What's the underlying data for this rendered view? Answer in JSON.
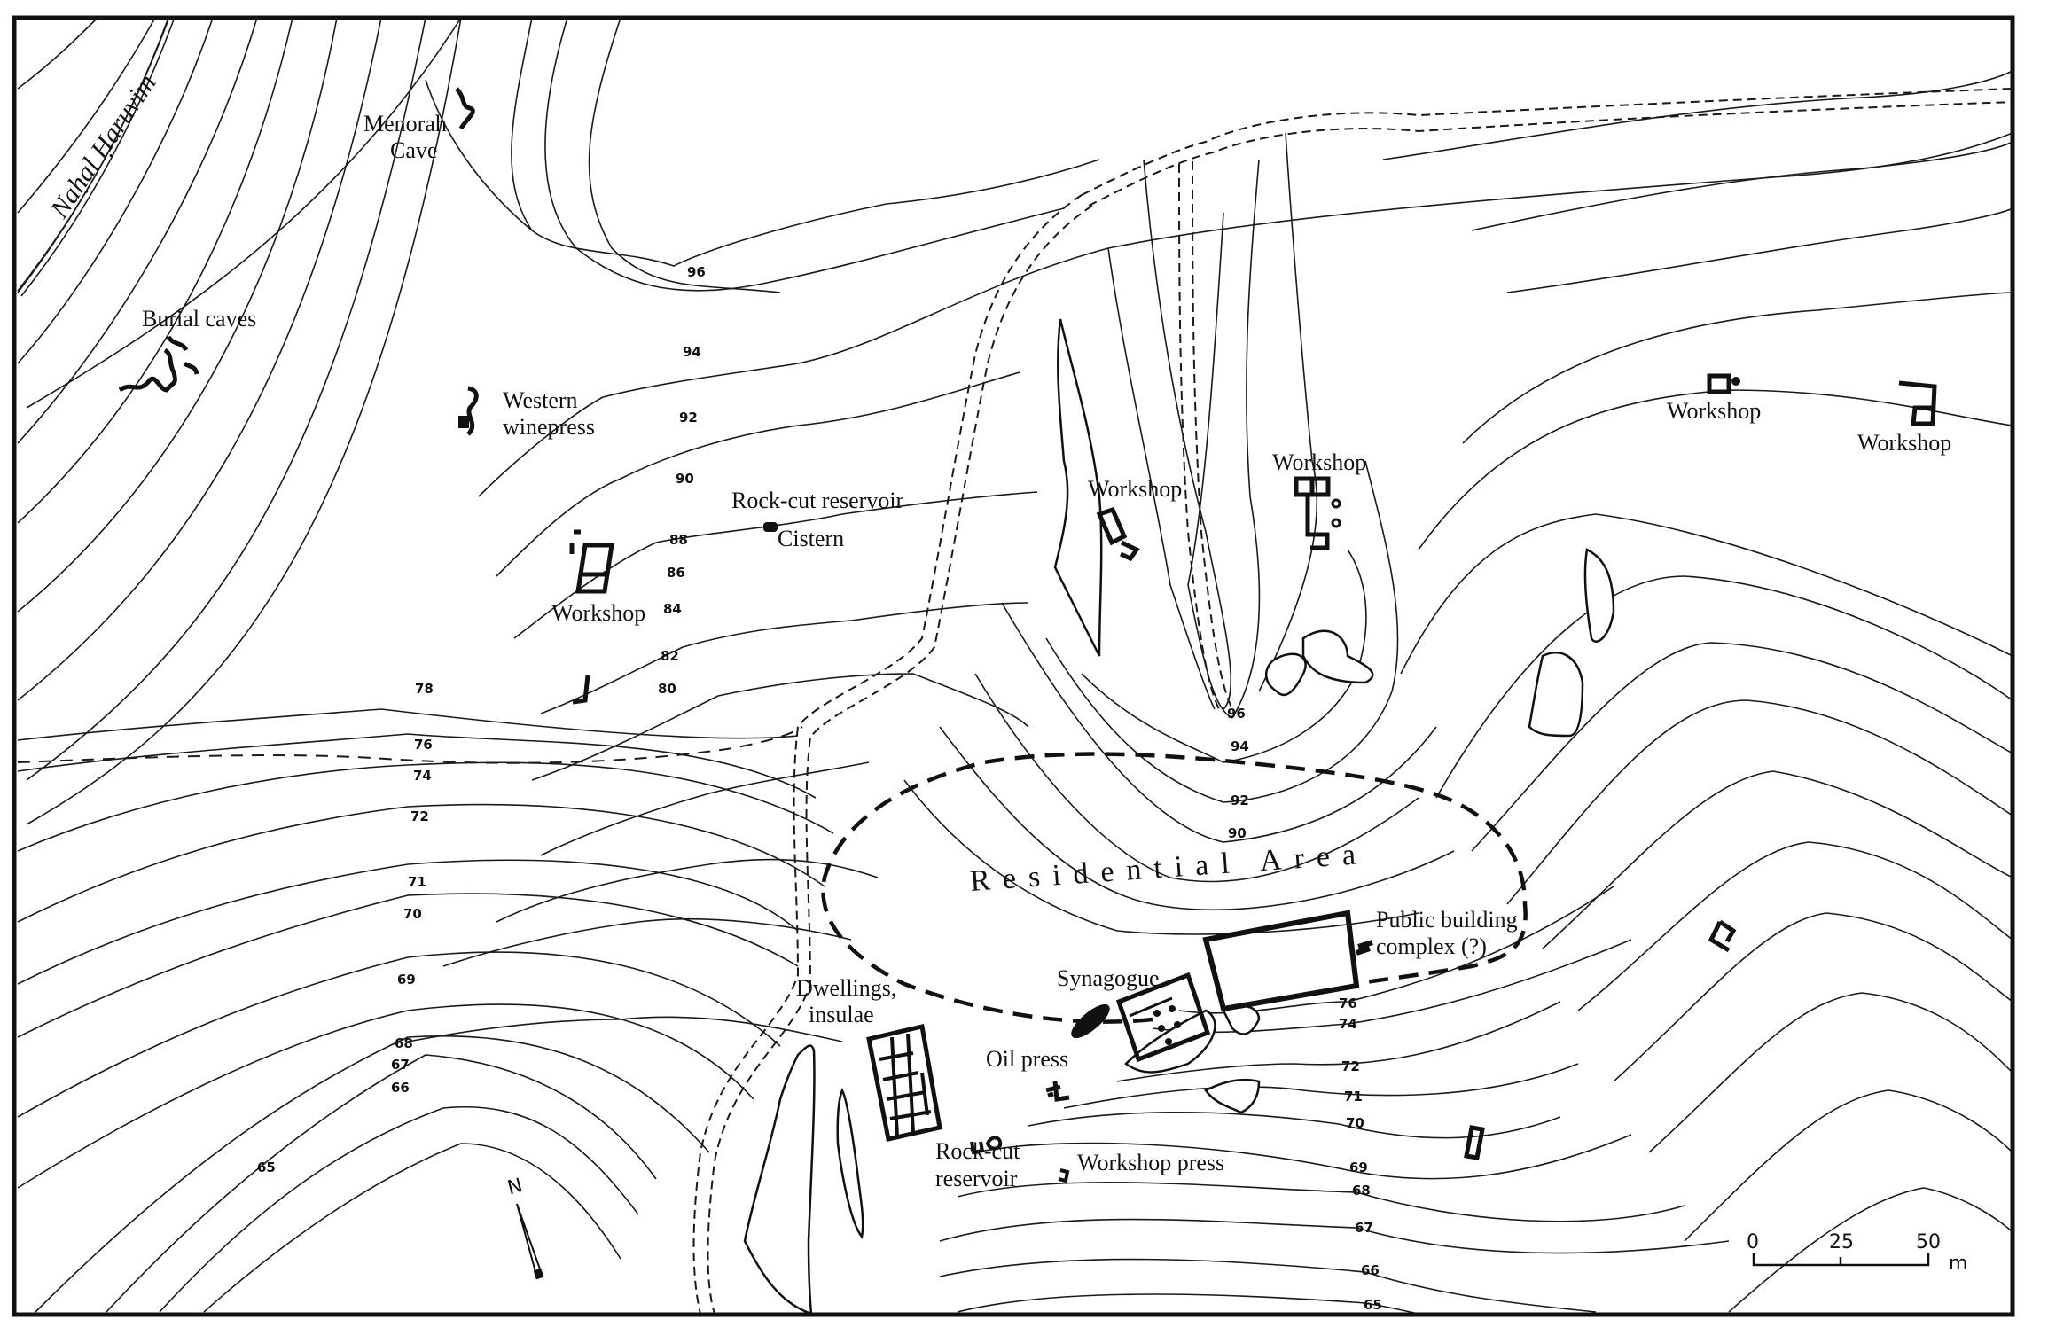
{
  "map": {
    "title": "Archaeological site plan with elevation contours",
    "river_label": "Naḥal Ḥaruvim",
    "labels": {
      "menorah_cave": [
        "Menorah",
        "Cave"
      ],
      "burial_caves": "Burial caves",
      "western_winepress": [
        "Western",
        "winepress"
      ],
      "rock_cut_reservoir_upper": "Rock-cut reservoir",
      "cistern": "Cistern",
      "workshop_west": "Workshop",
      "workshop_center_left": "Workshop",
      "workshop_center": "Workshop",
      "workshop_east_1": "Workshop",
      "workshop_east_2": "Workshop",
      "residential_area": "Residential Area",
      "public_building": [
        "Public building",
        "complex (?)"
      ],
      "synagogue": "Synagogue",
      "dwellings": [
        "Dwellings,",
        "insulae"
      ],
      "oil_press": "Oil press",
      "rock_cut_reservoir_lower": [
        "Rock-cut",
        "reservoir"
      ],
      "workshop_press": "Workshop press"
    },
    "contour_labels_upper_left": [
      "96",
      "94",
      "92",
      "90",
      "88",
      "86",
      "84",
      "82",
      "80",
      "78"
    ],
    "contour_labels_left": [
      "76",
      "74",
      "72",
      "71",
      "70",
      "69",
      "68",
      "67",
      "66",
      "65"
    ],
    "contour_labels_center": [
      "96",
      "94",
      "92",
      "90"
    ],
    "contour_labels_lower_right": [
      "76",
      "74",
      "72",
      "71",
      "70",
      "69",
      "68",
      "67",
      "66",
      "65"
    ],
    "north_label": "N",
    "scale_bar": {
      "ticks": [
        "0",
        "25",
        "50"
      ],
      "unit": "m"
    }
  }
}
